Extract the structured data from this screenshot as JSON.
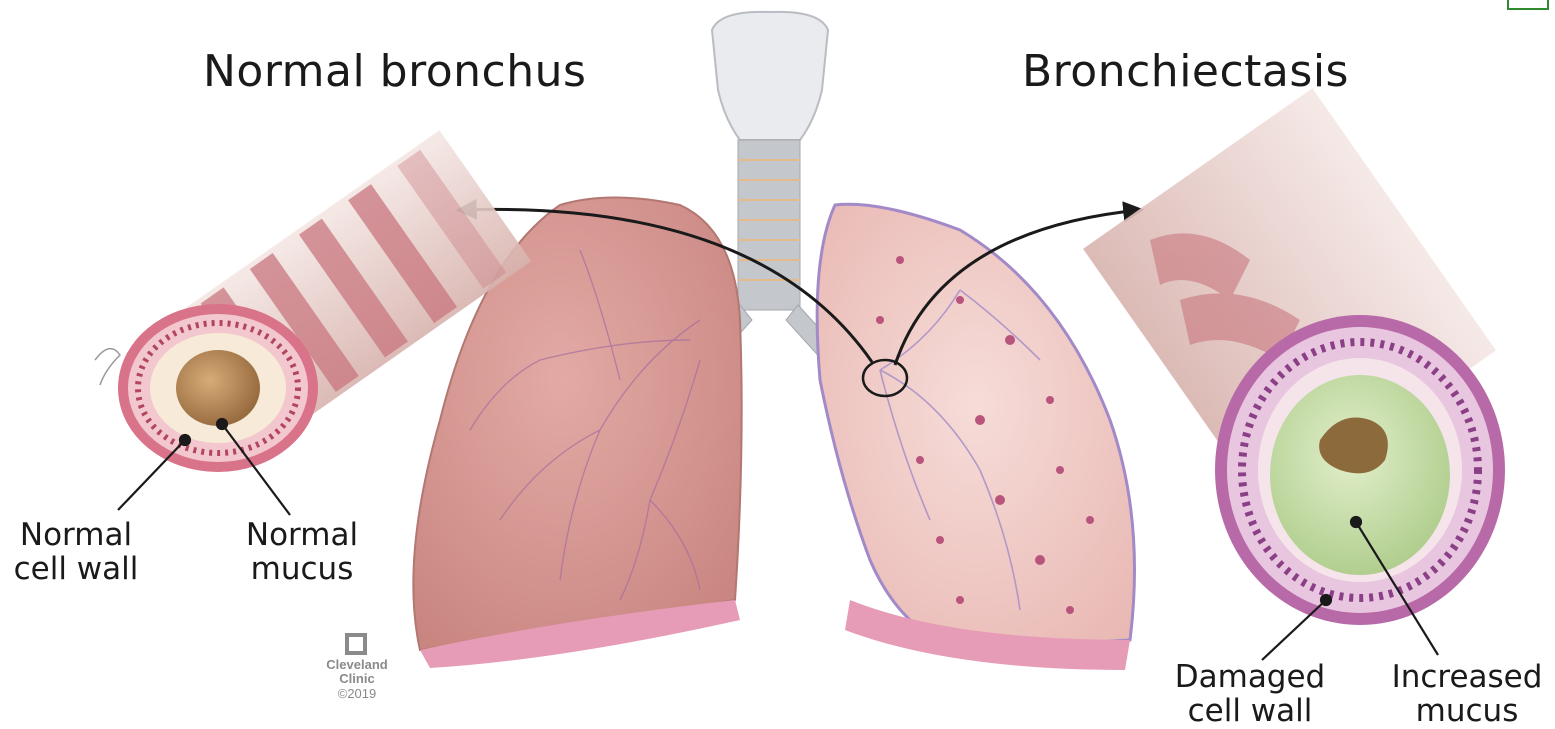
{
  "titles": {
    "left": "Normal bronchus",
    "right": "Bronchiectasis"
  },
  "labels": {
    "normal_cell_wall": [
      "Normal",
      "cell wall"
    ],
    "normal_mucus": [
      "Normal",
      "mucus"
    ],
    "damaged_cell_wall": [
      "Damaged",
      "cell wall"
    ],
    "increased_mucus": [
      "Increased",
      "mucus"
    ]
  },
  "credit": {
    "brand_line1": "Cleveland",
    "brand_line2": "Clinic",
    "year": "©2019"
  },
  "colors": {
    "lung_left": "#d99a96",
    "lung_right": "#efc8c4",
    "trachea": "#c9ccd0",
    "bronchus_outer": "#d9738a",
    "mucus_normal": "#b88a57",
    "mucus_increased": "#c7dfa6",
    "wall_damaged": "#b86aa8",
    "arrow": "#1a1a1a"
  }
}
